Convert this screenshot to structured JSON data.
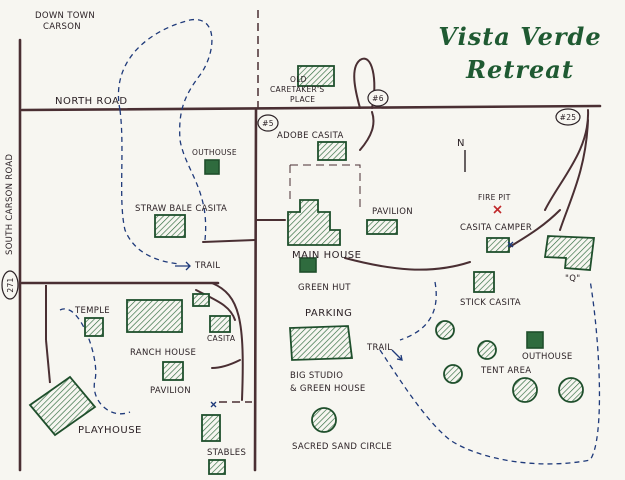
{
  "title": {
    "line1": "Vista Verde",
    "line2": "Retreat"
  },
  "labels": {
    "downtown": [
      "DOWN TOWN",
      "CARSON"
    ],
    "north_road": "NORTH ROAD",
    "south_carson_road": "SOUTH CARSON ROAD",
    "route_271": "271",
    "sign_6": "#6",
    "sign_5": "#5",
    "sign_25": "#25",
    "north_symbol": "N",
    "old_caretakers": [
      "OLD",
      "CARETAKER'S",
      "PLACE"
    ],
    "adobe_casita": "ADOBE CASITA",
    "outhouse_west": "OUTHOUSE",
    "straw_bale_casita": "STRAW BALE CASITA",
    "trail_west": "TRAIL",
    "main_house": "MAIN HOUSE",
    "pavilion_main": "PAVILION",
    "green_hut": "GREEN HUT",
    "fire_pit": "FIRE PIT",
    "casita_camper": "CASITA CAMPER",
    "q": "\"Q\"",
    "stick_casita": "STICK CASITA",
    "parking": "PARKING",
    "temple": "TEMPLE",
    "ranch_house": "RANCH HOUSE",
    "casita": "CASITA",
    "pavilion_ranch": "PAVILION",
    "playhouse": "PLAYHOUSE",
    "stables": "STABLES",
    "trail_center": "TRAIL",
    "big_studio": [
      "BIG STUDIO",
      "& GREEN HOUSE"
    ],
    "sacred_sand_circle": "SACRED SAND CIRCLE",
    "outhouse_east": "OUTHOUSE",
    "tent_area": "TENT AREA"
  },
  "colors": {
    "paper": "#f7f6f1",
    "ink_road": "#4a2f33",
    "ink_building": "#1f4f2c",
    "ink_trail": "#1f3a7a",
    "ink_title": "#1f5a32",
    "fire_pit_mark": "#c0282a"
  },
  "icons": {
    "north_arrow": "north-arrow-icon",
    "fire_pit": "x-mark-icon"
  }
}
